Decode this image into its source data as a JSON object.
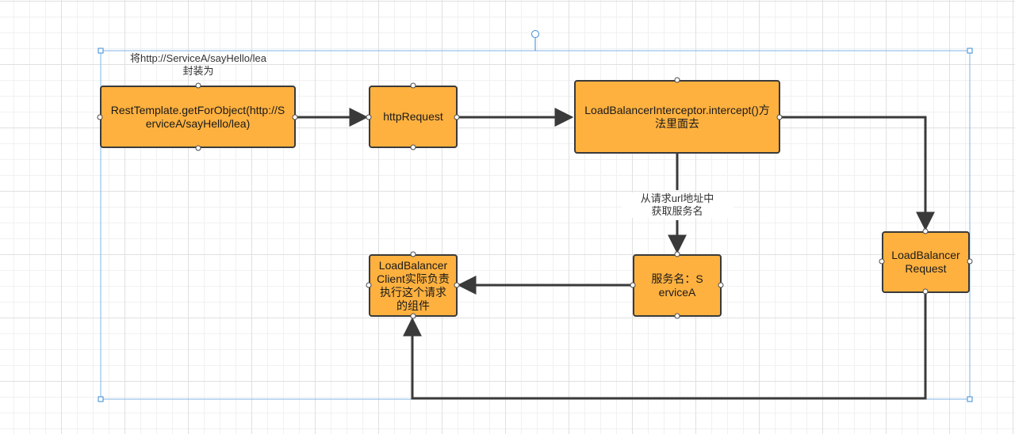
{
  "diagram": {
    "nodes": {
      "rest_template": "RestTemplate.getForObject(http://ServiceA/sayHello/lea)",
      "http_request": "httpRequest",
      "interceptor": "LoadBalancerInterceptor.intercept()方法里面去",
      "lb_request": "LoadBalancerRequest",
      "service_name": "服务名：ServiceA",
      "lb_client": "LoadBalancerClient实际负责执行这个请求的组件"
    },
    "labels": {
      "wrap_note": "将http://ServiceA/sayHello/lea\n封装为",
      "extract_note": "从请求url地址中\n获取服务名"
    },
    "colors": {
      "node_fill": "#ffb13f",
      "node_border": "#3a3a3a",
      "edge": "#3a3a3a",
      "selection": "#3a8bd6"
    }
  }
}
